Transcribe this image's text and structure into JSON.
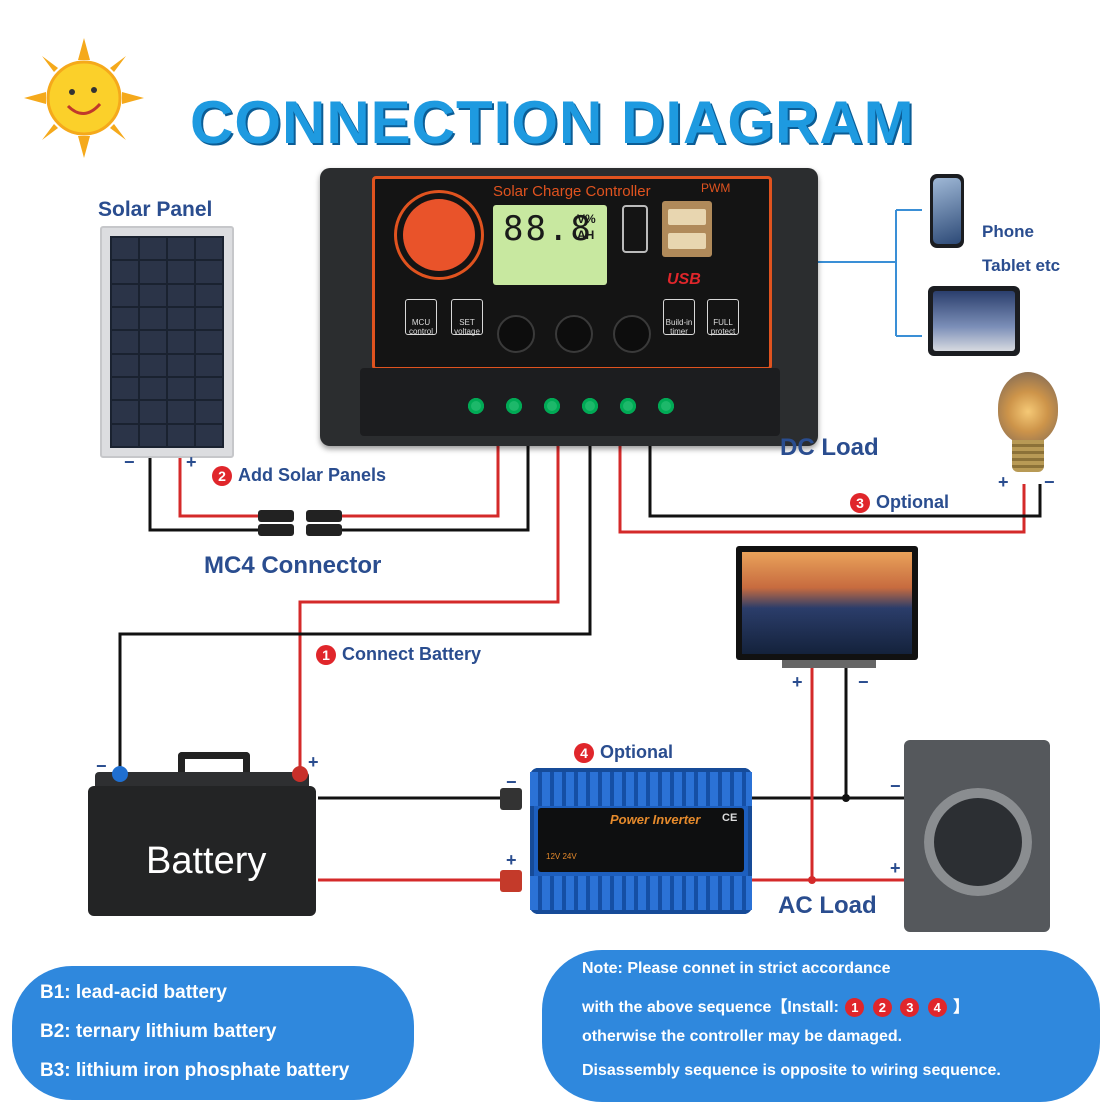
{
  "title": "CONNECTION DIAGRAM",
  "controller": {
    "name": "Solar Charge Controller",
    "mode": "PWM",
    "display_value": "88.8",
    "display_units": [
      "V%",
      "AH"
    ],
    "usb_label": "USB",
    "icon_labels": [
      "MCU control",
      "SET voltage",
      "Build-in timer",
      "FULL protect"
    ]
  },
  "labels": {
    "solar_panel": "Solar Panel",
    "mc4_connector": "MC4 Connector",
    "dc_load": "DC Load",
    "ac_load": "AC Load",
    "phone": "Phone",
    "tablet": "Tablet etc",
    "battery": "Battery"
  },
  "steps": {
    "connect_battery": {
      "num": "1",
      "text": "Connect Battery"
    },
    "add_solar": {
      "num": "2",
      "text": "Add Solar Panels"
    },
    "optional_dc": {
      "num": "3",
      "text": "Optional"
    },
    "optional_inverter": {
      "num": "4",
      "text": "Optional"
    }
  },
  "polarity": {
    "plus": "+",
    "minus": "−"
  },
  "inverter": {
    "name": "Power Inverter",
    "cert": "CE",
    "tags": "12V 24V"
  },
  "battery_types": [
    "B1: lead-acid battery",
    "B2: ternary lithium battery",
    "B3: lithium iron phosphate battery"
  ],
  "note": {
    "line1": "Note: Please connet in strict accordance",
    "line2_prefix": "with the above sequence【Install:",
    "line2_nums": [
      "1",
      "2",
      "3",
      "4"
    ],
    "line2_suffix": "】",
    "line3": "otherwise the controller may be damaged.",
    "line4": "Disassembly sequence is opposite to wiring sequence."
  },
  "colors": {
    "title": "#1e9ae0",
    "label": "#2a4d8f",
    "wire_positive": "#d42a2a",
    "wire_negative": "#111111",
    "wire_usb": "#3a8fd6",
    "accent_orange": "#e0531f",
    "note_bg": "#2f88dd"
  }
}
